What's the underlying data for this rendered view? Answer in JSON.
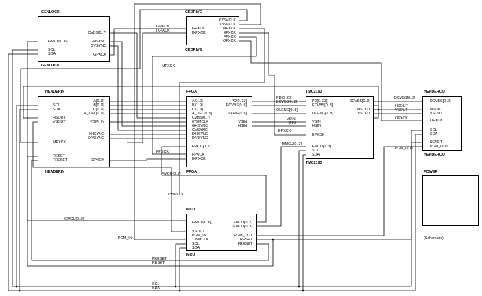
{
  "blocks": {
    "genlock": {
      "title": "GENLOCK",
      "footer": "GENLOCK",
      "pins_left": [
        "GMCU[0..6]",
        "SCL",
        "SDA"
      ],
      "pins_right": [
        "CVBS[0..7]",
        "GHSYNC",
        "GVSYNC",
        "GPXCK"
      ]
    },
    "ckdrive": {
      "title": "CKDRIVE",
      "footer": "CKDRIVE",
      "pins_left": [
        "GPXCK",
        "IXPXCK"
      ],
      "pins_right": [
        "675MCLK",
        "135MCLK",
        "MPXCK",
        "EPXCK",
        "FPXCK",
        "OPXCK"
      ]
    },
    "headerin": {
      "title": "HEADERIN",
      "footer": "HEADERIN",
      "pins_left": [
        "SCL",
        "SDA",
        "HSOUT",
        "VSOUT",
        "MPXCK",
        "RESET",
        "FRESET"
      ],
      "pins_right": [
        "A[0..9]",
        "B[0..9]",
        "C[0..9]",
        "A_DEL[0..9]",
        "PGM_IN",
        "IXHSYNC",
        "IXVSYNC",
        "IXPXCK"
      ]
    },
    "fpga": {
      "title": "FPGA",
      "footer": "FPGA",
      "pins_left": [
        "A[0..9]",
        "B[0..9]",
        "C[0..9]",
        "A_DEL[0..9]",
        "CVBS[0..7]",
        "675MCLK",
        "GHSYNC",
        "GVSYNC",
        "IXHSYNC",
        "IXVSYNC",
        "FMCU[0..7]",
        "FPXCK",
        "IXPXCK"
      ],
      "pins_right": [
        "PD[0..23]",
        "ECVBS[0..8]",
        "OLENG[0..8]",
        "VSIN",
        "HSIN"
      ]
    },
    "tmc2193": {
      "title": "TMC2193",
      "footer": "TMC2193",
      "pins_left": [
        "PD[0..23]",
        "ECVBS[0..8]",
        "OLENG[0..8]",
        "VSIN",
        "HSIN",
        "EPXCK",
        "EMCU[0..3]",
        "SCL",
        "SDA"
      ],
      "pins_right": [
        "DCVBS[0..9]",
        "HSOUT",
        "VSOUT"
      ]
    },
    "headerout": {
      "title": "HEADEROUT",
      "footer": "HEADEROUT",
      "pins_left": [
        "DCVBS[0..9]",
        "HSOUT",
        "VSOUT",
        "OPXCK",
        "SCL",
        "SDA",
        "RESET",
        "PGM_OUT"
      ]
    },
    "mcu": {
      "title": "MCU",
      "footer": "MCU",
      "pins_left": [
        "GMCU[0..6]",
        "VSOUT",
        "PGM_IN",
        "135MCLK",
        "SCL",
        "SDA"
      ],
      "pins_right": [
        "FMCU[0..7]",
        "EMCU[0..3]",
        "PGM_OUT",
        "RESET",
        "FRESET"
      ]
    },
    "power": {
      "title": "POWER",
      "caption": "(Schematic)"
    }
  },
  "nets": {
    "gpxck": "GPXCK",
    "ixpxck": "IXPXCK",
    "mpxck": "MPXCK",
    "pd": "PD[0..23]",
    "ecvbs": "ECVBS[0..8]",
    "oleng": "OLENG[0..8]",
    "vsin": "VSIN",
    "hsin": "HSIN",
    "epxck": "EPXCK",
    "emcu": "EMCU[0..3]",
    "dcvbs": "DCVBS[0..9]",
    "hsout": "HSOUT",
    "vsout": "VSOUT",
    "opxck": "OPXCK",
    "pgm_out": "PGM_OUT",
    "fpxck": "FPXCK",
    "fmcu": "FMCU[0..7]",
    "mclk135": "135MCLK",
    "gmcu": "GMCU[0..6]",
    "pgm_in": "PGM_IN",
    "freset": "FRESET",
    "reset": "RESET",
    "scl": "SCL",
    "sda": "SDA"
  }
}
